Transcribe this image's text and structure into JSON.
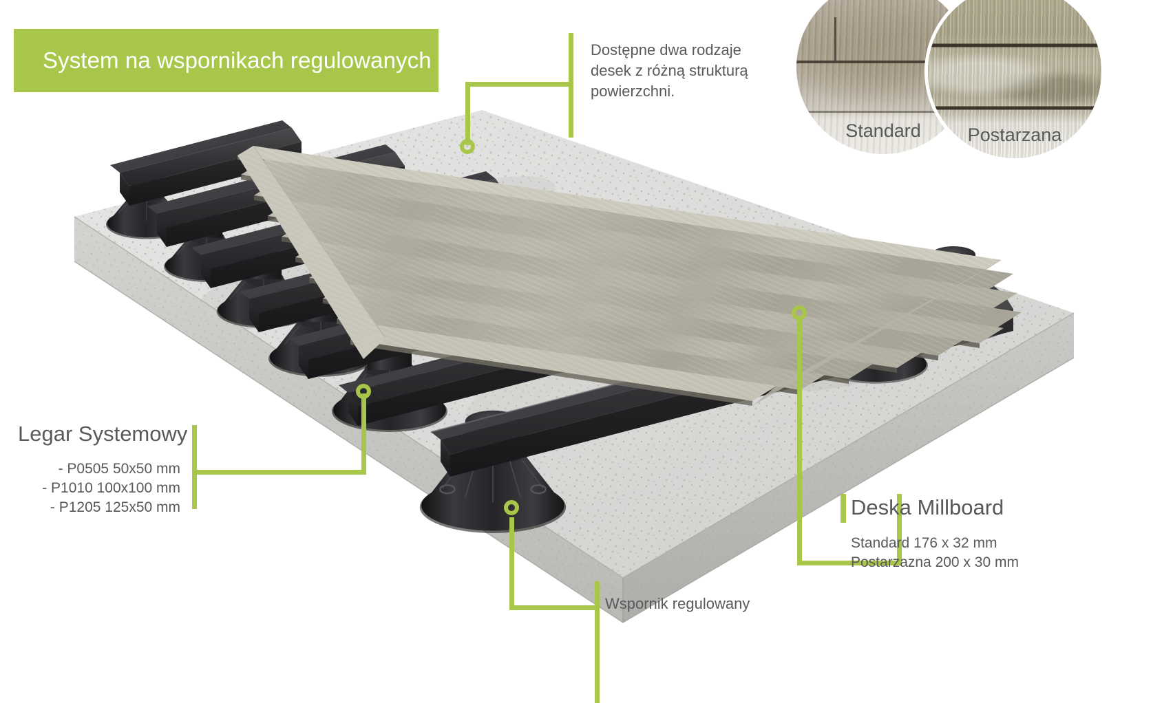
{
  "title": {
    "text": "System na wspornikach regulowanych",
    "banner_color": "#a8c74a",
    "text_color": "#ffffff"
  },
  "colors": {
    "accent_green": "#a8c74a",
    "body_text": "#58595b",
    "board_grey": "#b5b3a6",
    "pedestal_black": "#2b2b2d",
    "concrete_grey": "#d8d8d6"
  },
  "callouts": {
    "board_types": {
      "text": "Dostępne dwa rodzaje\ndesek z różną strukturą\npowierzchni.",
      "line1": "Dostępne dwa rodzaje",
      "line2": "desek z różną strukturą",
      "line3": "powierzchni."
    },
    "joist": {
      "heading": "Legar Systemowy",
      "dims": [
        "- P0505 50x50 mm",
        "- P1010 100x100 mm",
        "-  P1205 125x50 mm"
      ]
    },
    "board": {
      "heading": "Deska Millboard",
      "dims": [
        "Standard 176 x 32 mm",
        "Postarzazna 200 x 30 mm"
      ]
    },
    "pedestal": {
      "label": "Wspornik regulowany"
    }
  },
  "swatches": [
    {
      "label": "Standard",
      "texture": "standard"
    },
    {
      "label": "Postarzana",
      "texture": "aged"
    }
  ]
}
